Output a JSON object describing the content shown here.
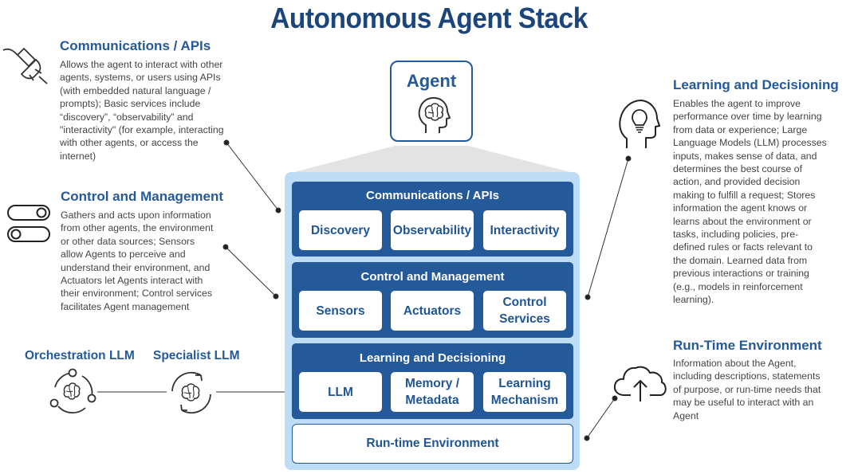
{
  "title": "Autonomous Agent Stack",
  "agent": {
    "label": "Agent",
    "icon": "head-brain-icon"
  },
  "sections": {
    "communications": {
      "heading": "Communications / APIs",
      "lines": [
        "Allows the agent to interact with other",
        "agents, systems, or users using APIs",
        "(with embedded natural language /",
        "prompts); Basic services include",
        "“discovery”, “observability” and",
        "\"interactivity\" (for example, interacting",
        "with other agents, or access the",
        "internet)"
      ],
      "icon": "plug-icon"
    },
    "control": {
      "heading": "Control and Management",
      "lines": [
        "Gathers and acts upon information",
        "from other agents, the environment",
        "or other data sources; Sensors",
        "allow Agents to perceive and",
        "understand their environment, and",
        "Actuators let Agents interact with",
        "their environment; Control services",
        "facilitates Agent management"
      ],
      "icon": "toggle-switches-icon"
    },
    "learning": {
      "heading": "Learning and Decisioning",
      "lines": [
        "Enables the agent to improve",
        "performance over time by learning",
        "from data or experience; Large",
        "Language Models (LLM) processes",
        "inputs, makes sense of data, and",
        "determines the best course of",
        "action, and provided decision",
        "making to fulfill a request; Stores",
        "information the agent knows or",
        "learns about the environment or",
        "tasks, including policies, pre-",
        "defined rules or facts relevant to",
        "the domain. Learned data from",
        "previous interactions or training",
        "(e.g., models in reinforcement",
        "learning)."
      ],
      "icon": "head-lightbulb-icon"
    },
    "runtime": {
      "heading": "Run-Time Environment",
      "lines": [
        "Information about the Agent,",
        "including descriptions, statements",
        "of purpose, or run-time needs that",
        "may be useful to interact with an",
        "Agent"
      ],
      "icon": "cloud-upload-icon"
    }
  },
  "llms": {
    "orchestration": "Orchestration LLM",
    "specialist": "Specialist LLM",
    "icon": "brain-cycle-icon"
  },
  "stack": {
    "comm": {
      "title": "Communications / APIs",
      "items": [
        "Discovery",
        "Observability",
        "Interactivity"
      ]
    },
    "control": {
      "title": "Control and Management",
      "items": [
        [
          "Sensors"
        ],
        [
          "Actuators"
        ],
        [
          "Control",
          "Services"
        ]
      ]
    },
    "learning": {
      "title": "Learning and Decisioning",
      "items": [
        [
          "LLM"
        ],
        [
          "Memory /",
          "Metadata"
        ],
        [
          "Learning",
          "Mechanism"
        ]
      ]
    },
    "runtime": {
      "label": "Run-time Environment"
    }
  },
  "colors": {
    "title": "#1c4579",
    "layer": "#24599a",
    "accent": "#24599a",
    "stack_bg": "#bfdcf5",
    "body_text": "#444444"
  }
}
